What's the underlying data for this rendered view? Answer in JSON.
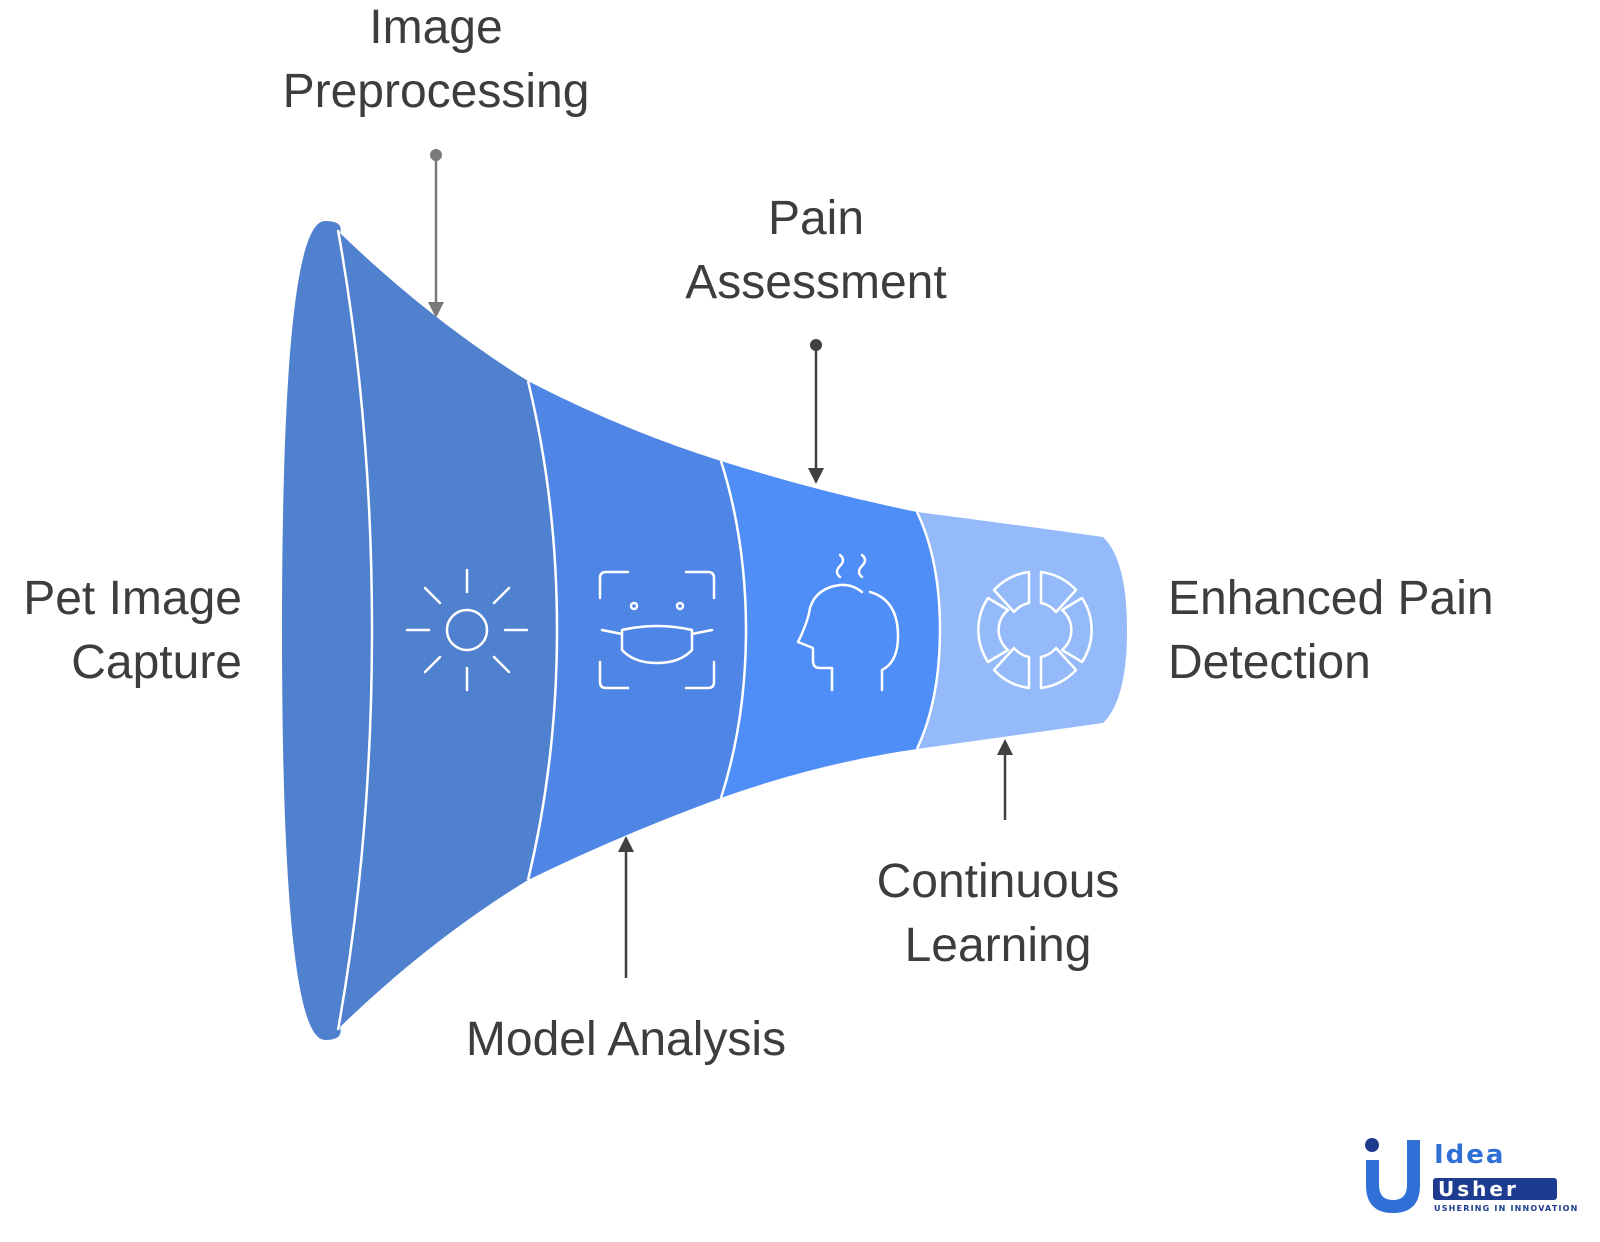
{
  "stages": [
    {
      "id": "pet-image-capture",
      "lines": [
        "Pet Image",
        "Capture"
      ]
    },
    {
      "id": "image-preprocessing",
      "lines": [
        "Image",
        "Preprocessing"
      ],
      "icon": "sun-icon"
    },
    {
      "id": "model-analysis",
      "lines": [
        "Model Analysis"
      ],
      "icon": "face-scan-mask-icon"
    },
    {
      "id": "pain-assessment",
      "lines": [
        "Pain",
        "Assessment"
      ],
      "icon": "head-steam-icon"
    },
    {
      "id": "continuous-learning",
      "lines": [
        "Continuous",
        "Learning"
      ],
      "icon": "segmented-ring-icon"
    },
    {
      "id": "enhanced-pain-detection",
      "lines": [
        "Enhanced Pain",
        "Detection"
      ]
    }
  ],
  "logo": {
    "line1": "Idea",
    "line2": "Usher",
    "tagline": "USHERING IN INNOVATION"
  },
  "colors": {
    "segment1": "#5081CE",
    "segment2": "#4F86E5",
    "segment3": "#4F8DF7",
    "segment4": "#94BAFA",
    "text": "#3D3D3D",
    "arrow_gray": "#7A7A7A",
    "arrow_dark": "#404040"
  }
}
